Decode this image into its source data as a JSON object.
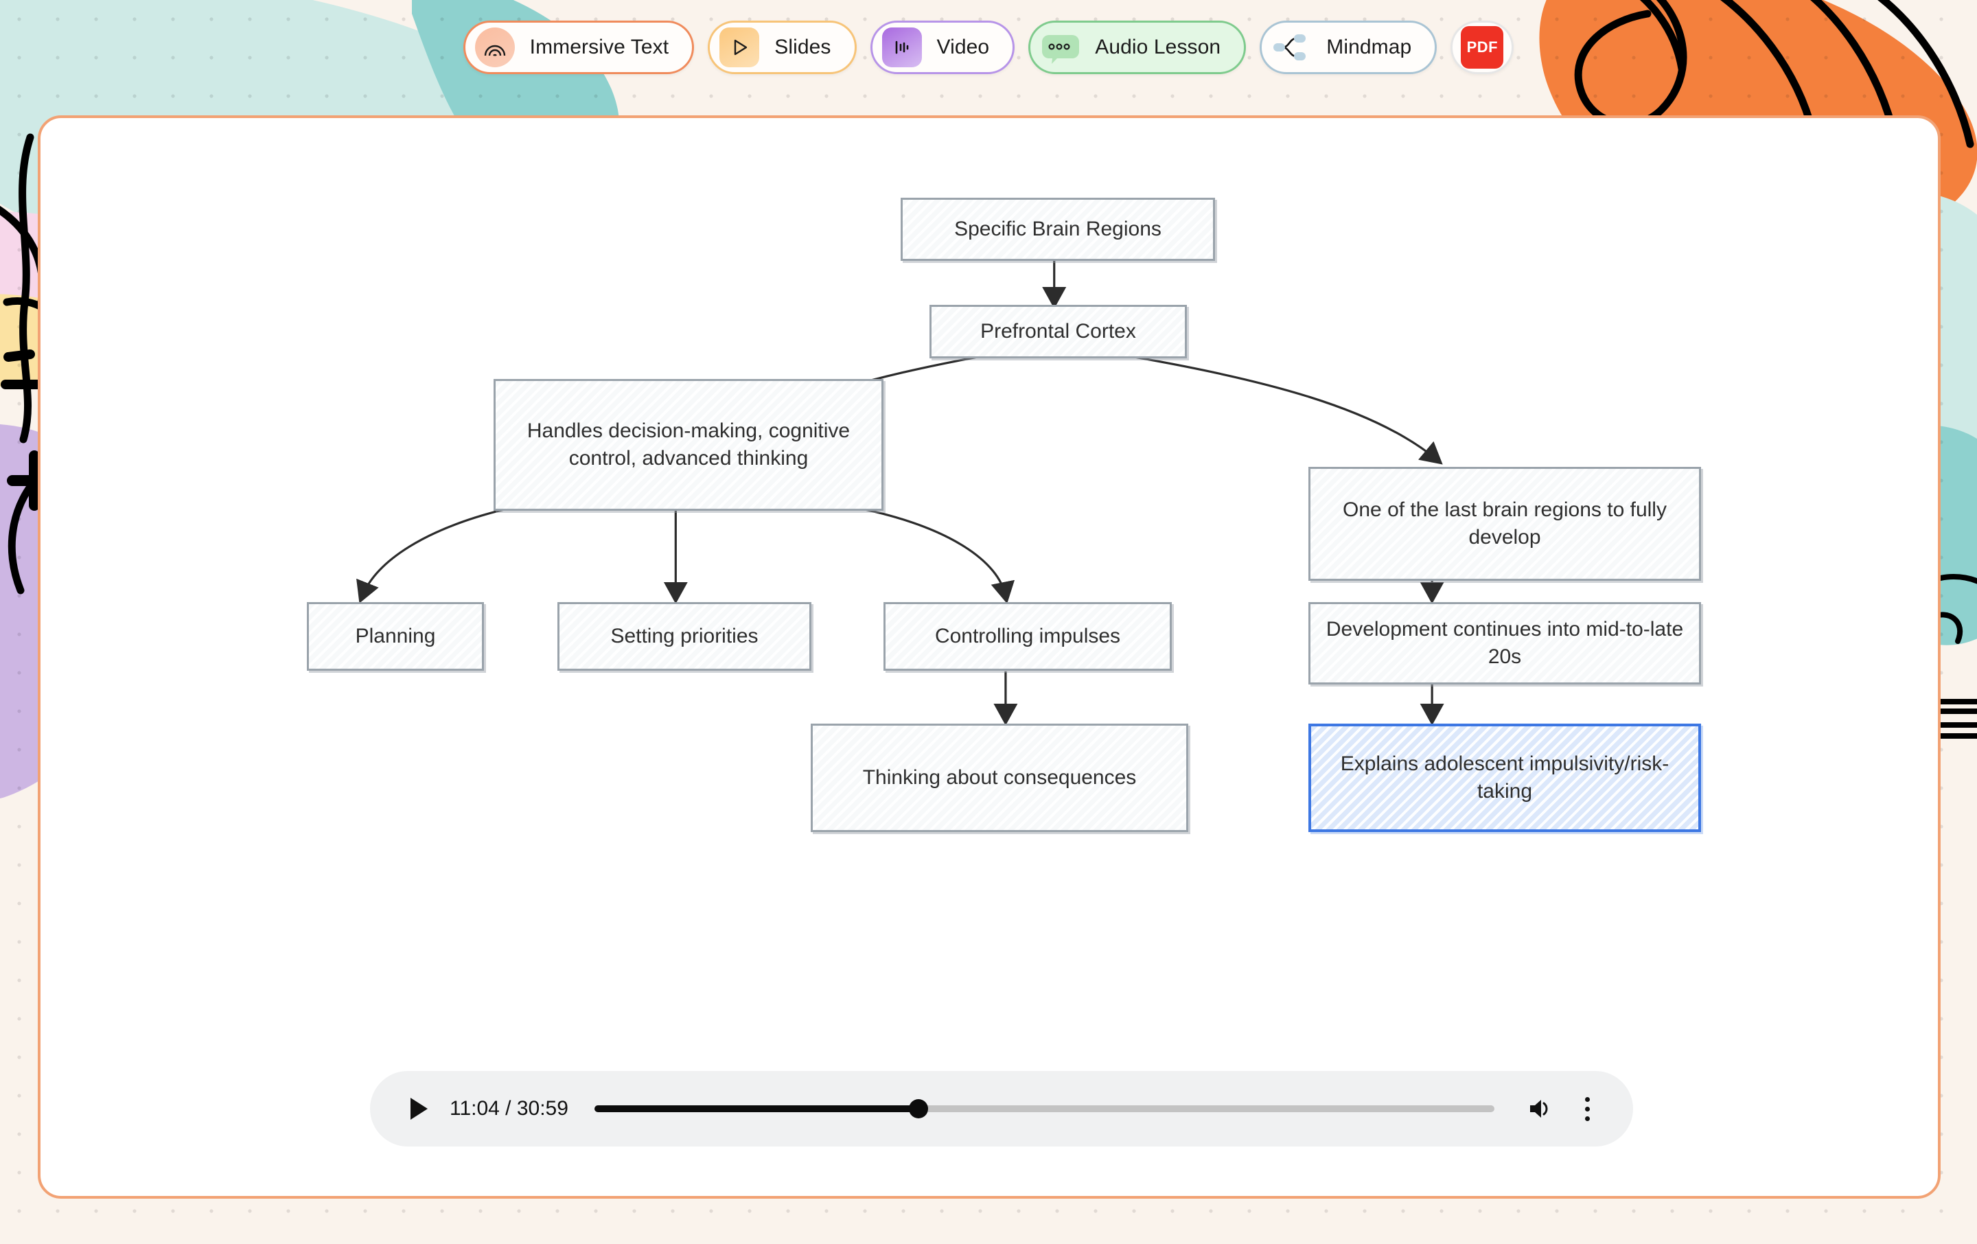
{
  "theme": {
    "card_border": "#f2a274",
    "accent_orange": "#f08b5c",
    "highlight_blue": "#3d77e3",
    "node_border": "#9aa3ab",
    "node_fill": "#f7f9fa",
    "page_bg": "#faf3ec"
  },
  "tabbar": {
    "items": [
      {
        "id": "immersive",
        "label": "Immersive Text",
        "icon": "rainbow-arc-icon",
        "active": false,
        "border": "#f08b5c"
      },
      {
        "id": "slides",
        "label": "Slides",
        "icon": "play-triangle-icon",
        "active": false,
        "border": "#f7c478"
      },
      {
        "id": "video",
        "label": "Video",
        "icon": "waveform-icon",
        "active": false,
        "border": "#b794e8"
      },
      {
        "id": "audio",
        "label": "Audio Lesson",
        "icon": "speech-bubble-dots-icon",
        "active": true,
        "border": "#7fcb8d"
      },
      {
        "id": "mindmap",
        "label": "Mindmap",
        "icon": "node-tree-icon",
        "active": false,
        "border": "#a9c4d4"
      },
      {
        "id": "pdf",
        "label": "PDF",
        "icon": "pdf-icon",
        "active": false,
        "border": "#e6e6e6"
      }
    ]
  },
  "chart_data": {
    "type": "diagram",
    "subtype": "mindmap-tree",
    "title": "Specific Brain Regions",
    "nodes": [
      {
        "id": "n1",
        "label": "Specific Brain Regions",
        "highlight": false
      },
      {
        "id": "n2",
        "label": "Prefrontal Cortex",
        "highlight": false
      },
      {
        "id": "n3",
        "label": "Handles decision-making, cognitive control, advanced thinking",
        "highlight": false
      },
      {
        "id": "n4",
        "label": "One of the last brain regions to fully develop",
        "highlight": false
      },
      {
        "id": "n5",
        "label": "Planning",
        "highlight": false
      },
      {
        "id": "n6",
        "label": "Setting priorities",
        "highlight": false
      },
      {
        "id": "n7",
        "label": "Controlling impulses",
        "highlight": false
      },
      {
        "id": "n8",
        "label": "Development continues into mid-to-late 20s",
        "highlight": false
      },
      {
        "id": "n9",
        "label": "Thinking about consequences",
        "highlight": false
      },
      {
        "id": "n10",
        "label": "Explains adolescent impulsivity/risk-taking",
        "highlight": true
      }
    ],
    "edges": [
      {
        "from": "n1",
        "to": "n2"
      },
      {
        "from": "n2",
        "to": "n3"
      },
      {
        "from": "n2",
        "to": "n4"
      },
      {
        "from": "n3",
        "to": "n5"
      },
      {
        "from": "n3",
        "to": "n6"
      },
      {
        "from": "n3",
        "to": "n7"
      },
      {
        "from": "n4",
        "to": "n8"
      },
      {
        "from": "n7",
        "to": "n9"
      },
      {
        "from": "n8",
        "to": "n10"
      }
    ]
  },
  "player": {
    "play_icon": "play-icon",
    "time": "11:04 / 30:59",
    "current_time": "11:04",
    "duration": "30:59",
    "progress_percent": 36,
    "volume_icon": "volume-icon",
    "menu_icon": "more-vertical-icon"
  }
}
